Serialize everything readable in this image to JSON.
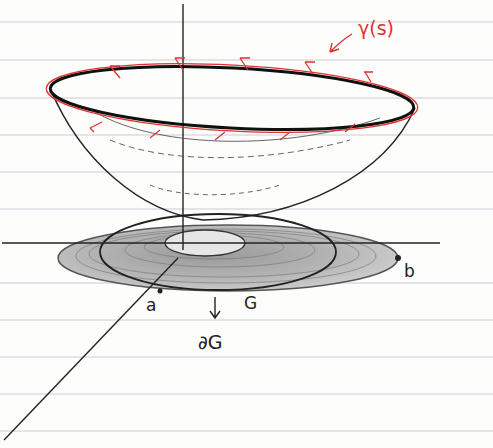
{
  "diagram": {
    "labels": [
      "γ(s)",
      "a",
      "G",
      "b",
      "∂G"
    ]
  }
}
